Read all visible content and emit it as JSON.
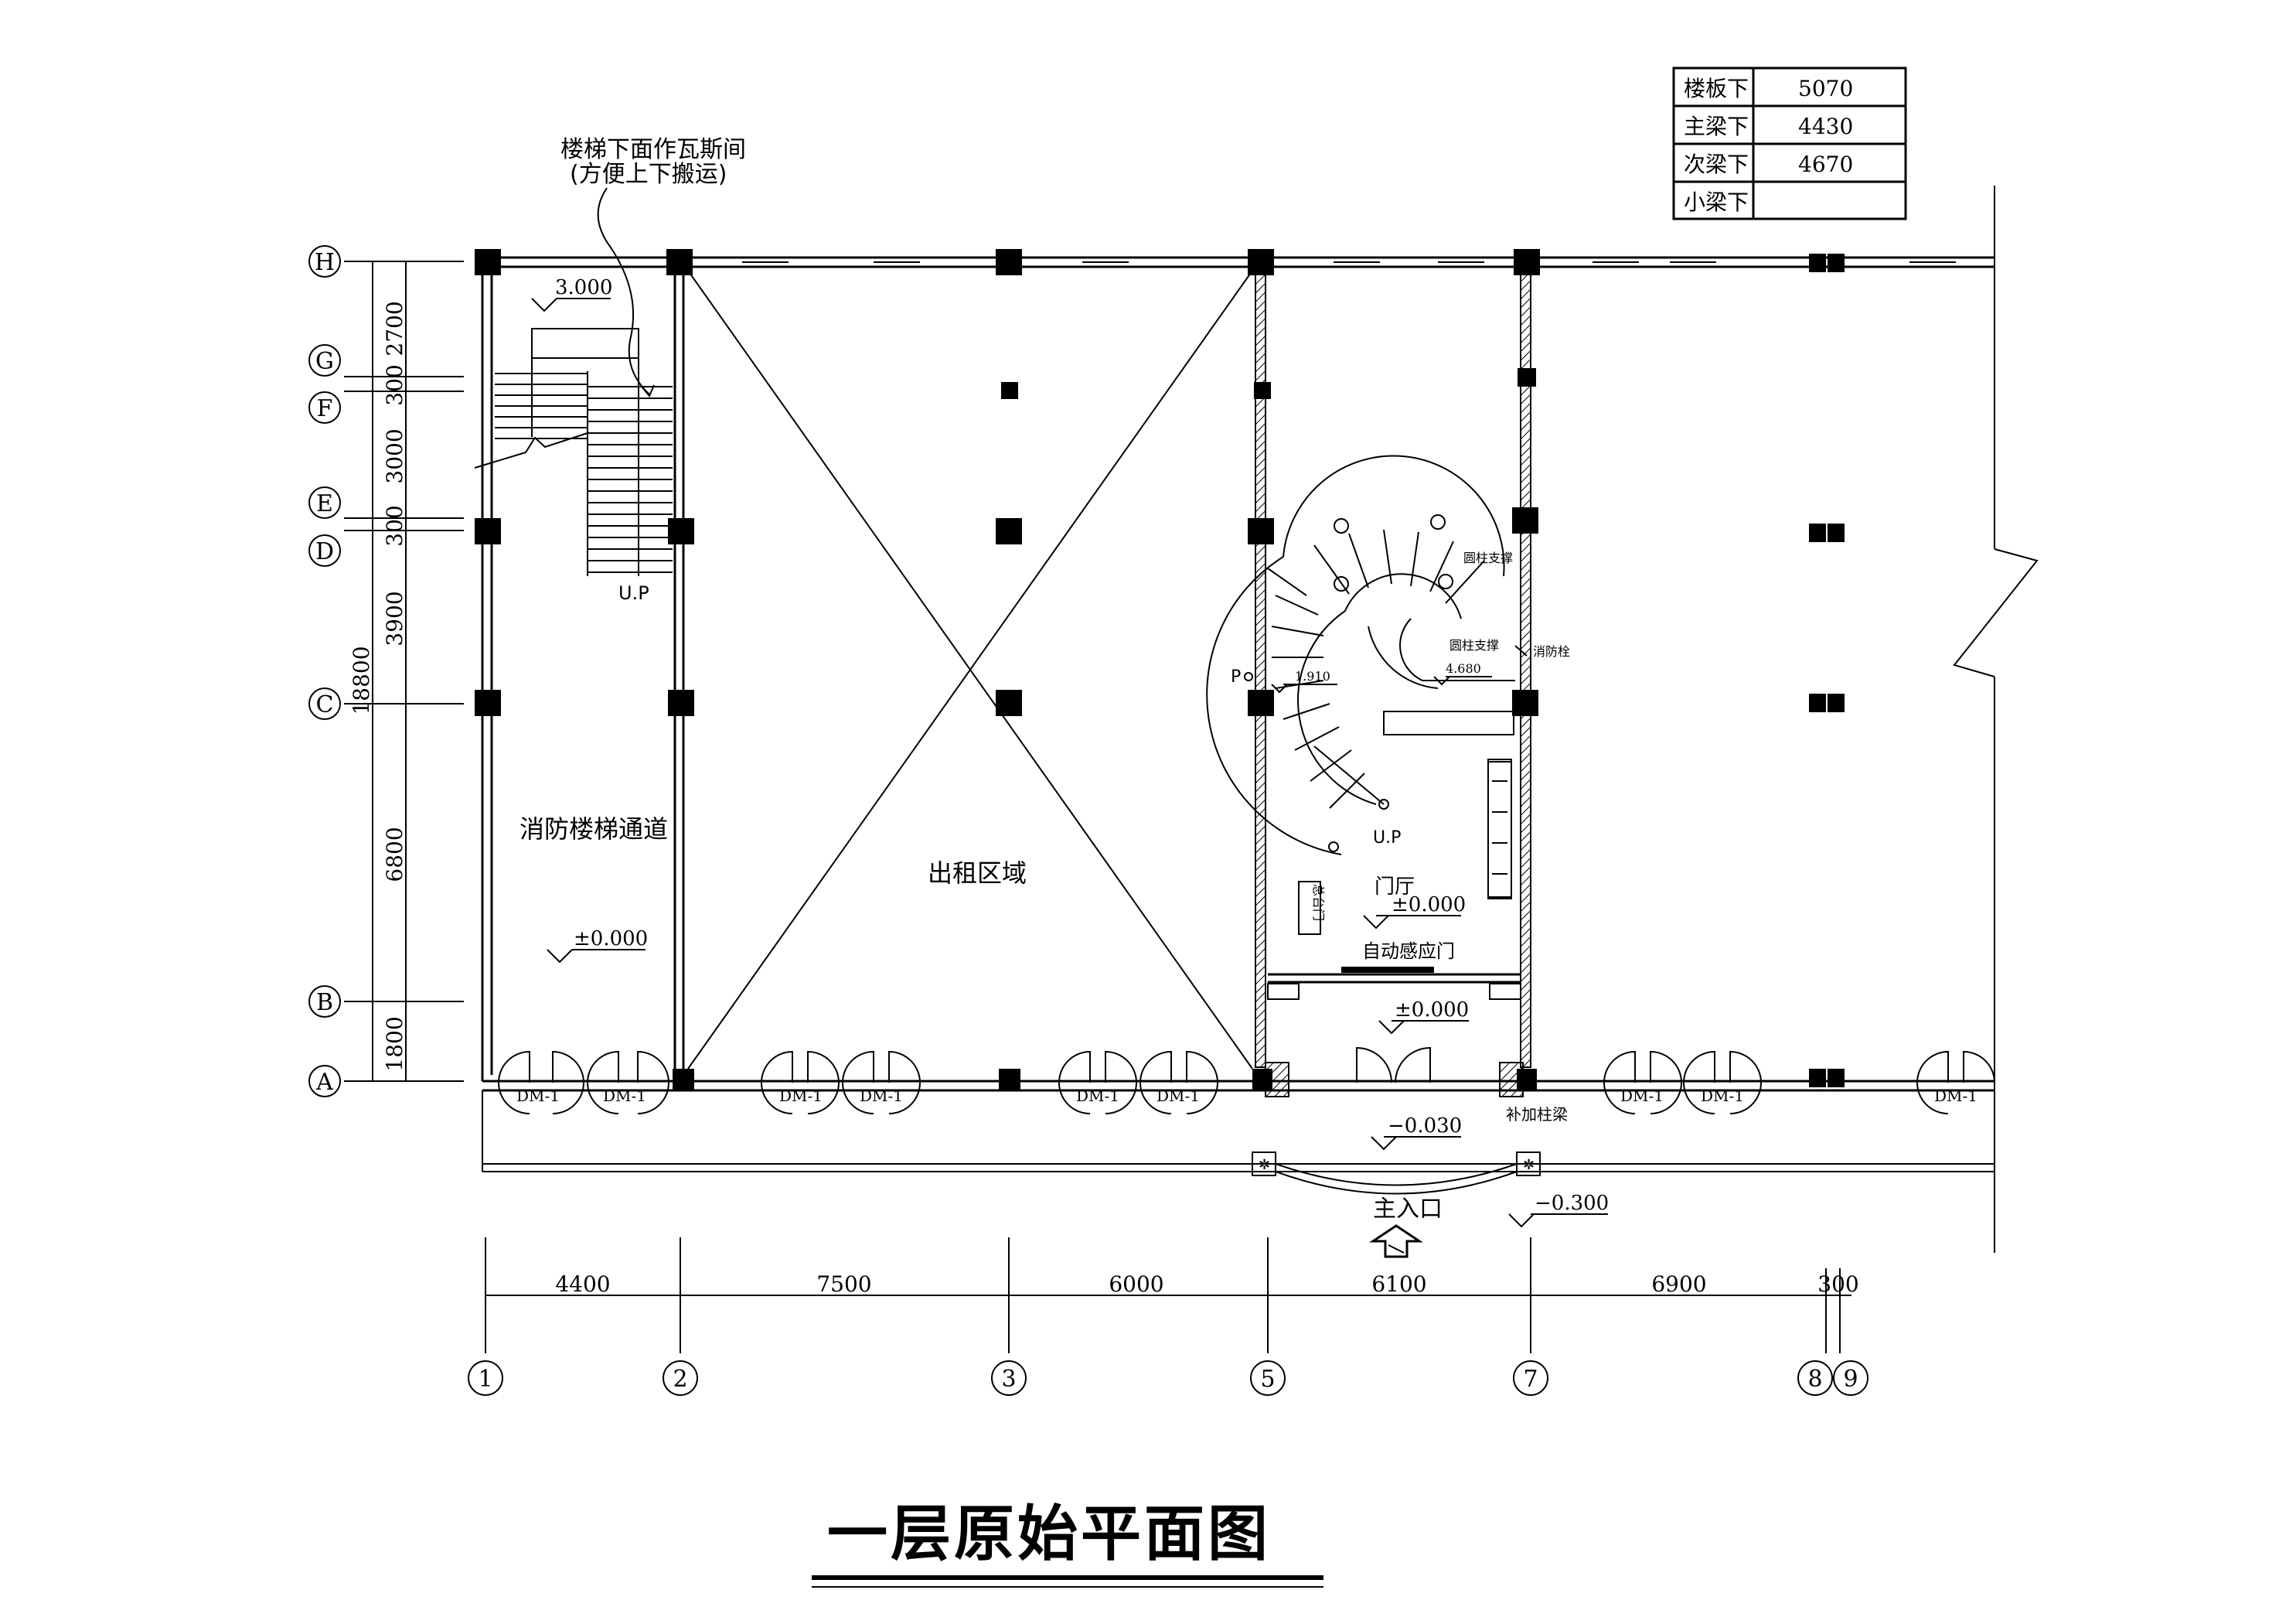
{
  "title": "一层原始平面图",
  "height_table": [
    {
      "label": "楼板下",
      "value": "5070"
    },
    {
      "label": "主梁下",
      "value": "4430"
    },
    {
      "label": "次梁下",
      "value": "4670"
    },
    {
      "label": "小梁下",
      "value": ""
    }
  ],
  "grid_rows": [
    "H",
    "G",
    "F",
    "E",
    "D",
    "C",
    "B",
    "A"
  ],
  "grid_cols": [
    "1",
    "2",
    "3",
    "5",
    "7",
    "8",
    "9"
  ],
  "row_dims": [
    "2700",
    "300",
    "3000",
    "300",
    "3900",
    "6800",
    "1800"
  ],
  "row_total": "18800",
  "col_dims": [
    "4400",
    "7500",
    "6000",
    "6100",
    "6900",
    "300"
  ],
  "rooms": {
    "fire_stair": "消防楼梯通道",
    "rental": "出租区域",
    "lobby": "门厅",
    "auto_door": "自动感应门",
    "main_entrance": "主入口",
    "reception": "总台门",
    "added_column": "补加柱梁",
    "fire_hydrant": "消防栓",
    "round_column_1": "圆柱支撑",
    "round_column_2": "圆柱支撑"
  },
  "annotation": {
    "line1": "楼梯下面作瓦斯间",
    "line2": "(方便上下搬运)"
  },
  "elevations": {
    "stair_top": "3.000",
    "fire_floor": "±0.000",
    "lobby_floor": "±0.000",
    "vestibule": "±0.000",
    "entry_step": "−0.030",
    "outside": "−0.300",
    "spiral_low": "1.910",
    "spiral_high": "4.680"
  },
  "up_labels": {
    "stair_a": "U.P",
    "stair_b": "U.P"
  },
  "door_tag": "DM-1",
  "p_mark": "P"
}
